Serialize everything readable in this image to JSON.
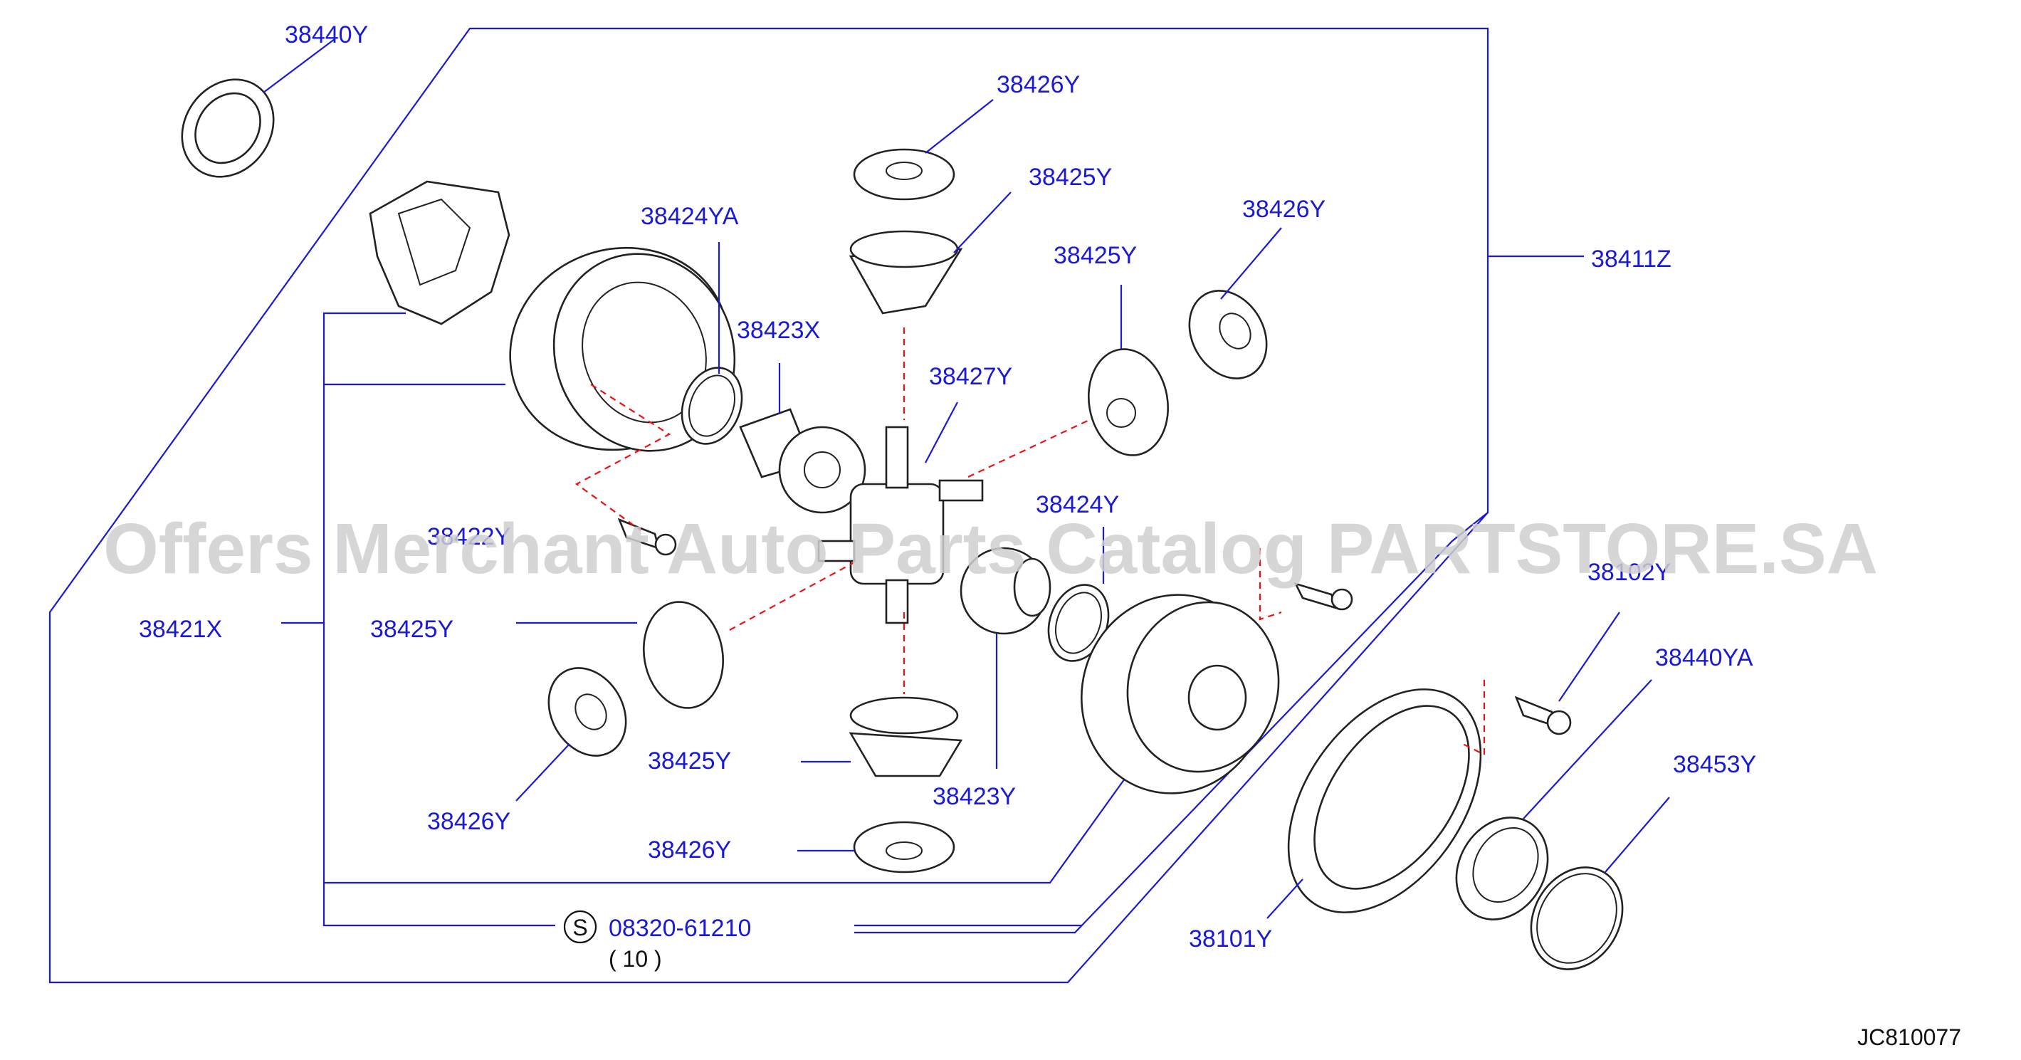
{
  "diagram": {
    "watermark": "Offers Merchant Auto Parts Catalog PARTSTORE.SA",
    "code": "JC810077",
    "labels": {
      "p38440Y": "38440Y",
      "p38426Y_top": "38426Y",
      "p38425Y_top": "38425Y",
      "p38424YA": "38424YA",
      "p38426Y_right": "38426Y",
      "p38425Y_right": "38425Y",
      "p38411Z": "38411Z",
      "p38423X": "38423X",
      "p38427Y": "38427Y",
      "p38424Y": "38424Y",
      "p38422Y": "38422Y",
      "p38102Y": "38102Y",
      "p38440YA": "38440YA",
      "p38421X": "38421X",
      "p38425Y_left": "38425Y",
      "p38453Y": "38453Y",
      "p38426Y_left": "38426Y",
      "p38425Y_bottom": "38425Y",
      "p38423Y": "38423Y",
      "p38426Y_bottom": "38426Y",
      "p38101Y": "38101Y",
      "std_symbol": "S",
      "std_part": "08320-61210",
      "std_qty": "(  10 )"
    }
  }
}
